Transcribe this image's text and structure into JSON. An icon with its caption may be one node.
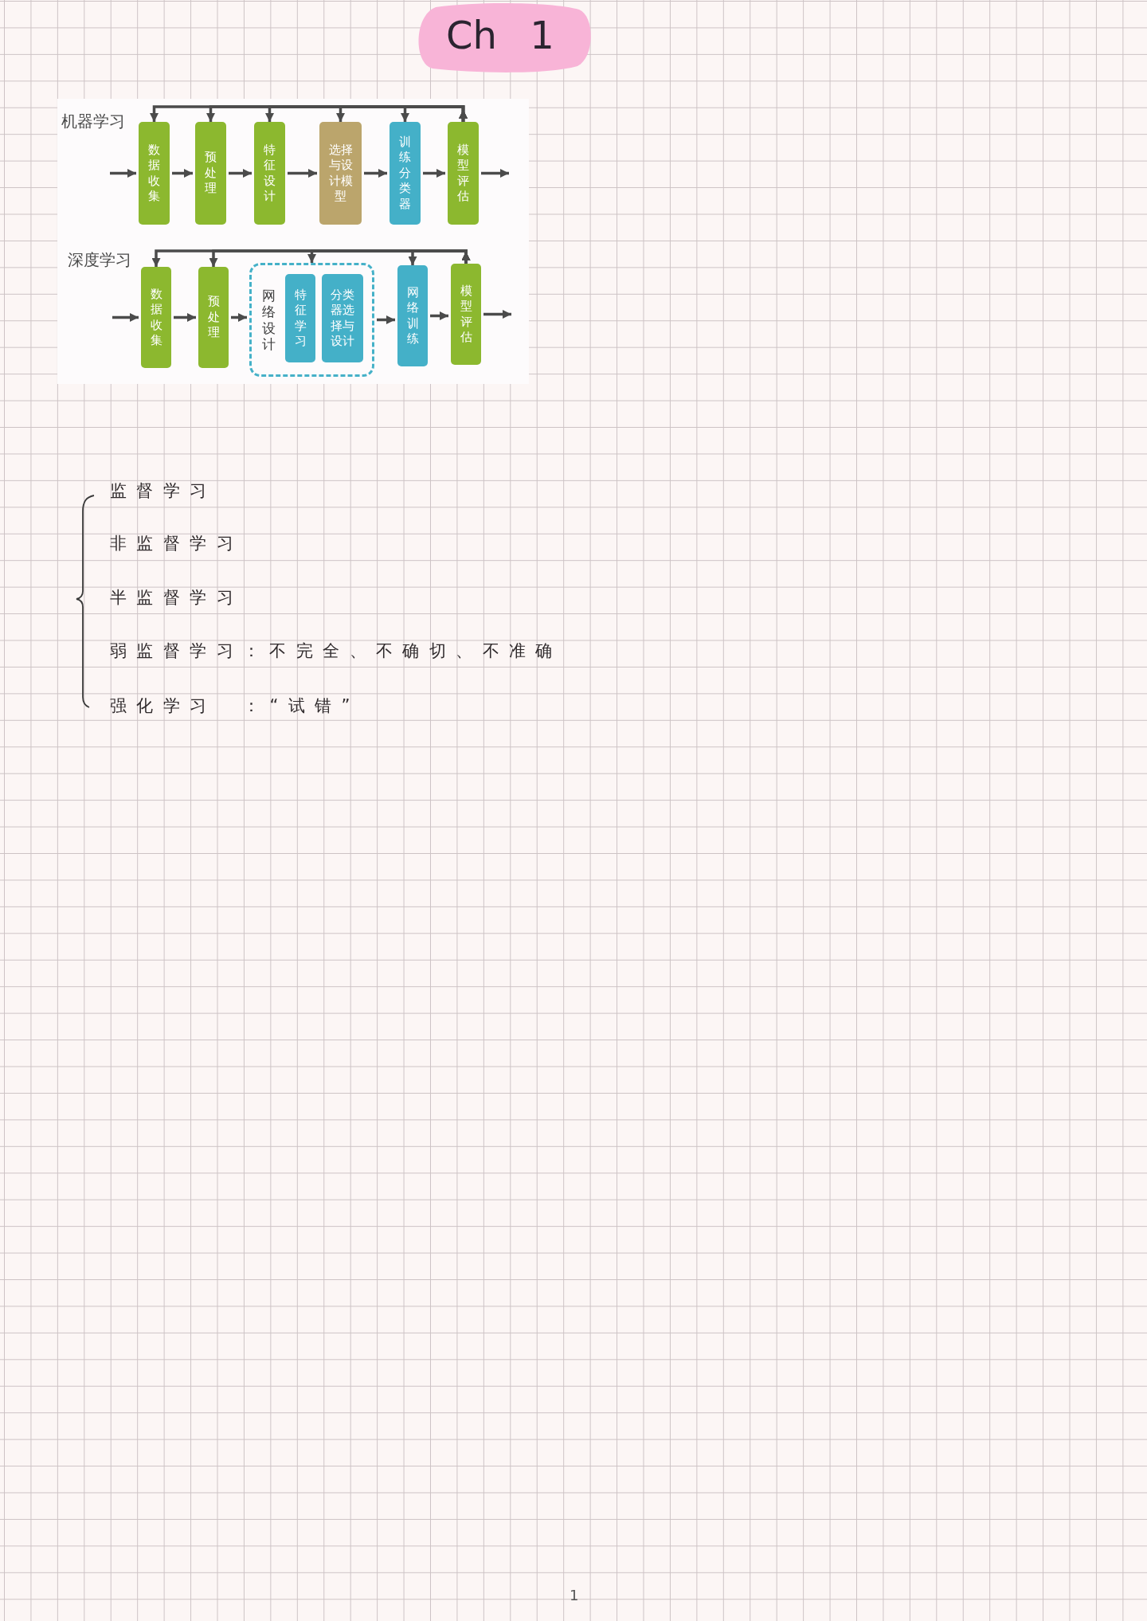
{
  "diagram": {
    "title": "Ch 1",
    "nodes": [
      {
        "text": [
          "数据收集"
        ]
      },
      {
        "text": [
          "预处理"
        ]
      },
      {
        "text": [
          "特征设计"
        ]
      },
      {
        "text": [
          "选择与设计模型"
        ]
      },
      {
        "text": [
          "训练分类器"
        ]
      },
      {
        "text": [
          "模型评估"
        ]
      },
      {
        "text": [
          "数据收集"
        ]
      },
      {
        "text": [
          "预处理"
        ]
      },
      {
        "text": [
          "网络设计"
        ]
      },
      {
        "text": [
          "特征学习"
        ],
        "in": 8
      },
      {
        "text": [
          "分类器选择与设计"
        ],
        "in": 8
      },
      {
        "text": [
          "网络训练"
        ]
      },
      {
        "text": [
          "模型评估"
        ]
      }
    ],
    "edges": [
      {
        "from": null,
        "to": 0,
        "arrow": "to"
      },
      {
        "from": 0,
        "to": 1,
        "arrow": "to"
      },
      {
        "from": 1,
        "to": 2,
        "arrow": "to"
      },
      {
        "from": 2,
        "to": 3,
        "arrow": "to"
      },
      {
        "from": 3,
        "to": 4,
        "arrow": "to"
      },
      {
        "from": 4,
        "to": 5,
        "arrow": "to"
      },
      {
        "from": 5,
        "to": null,
        "arrow": "to"
      },
      {
        "from": 5,
        "to": 0,
        "arrow": "to"
      },
      {
        "from": 5,
        "to": 1,
        "arrow": "to"
      },
      {
        "from": 5,
        "to": 2,
        "arrow": "to"
      },
      {
        "from": 5,
        "to": 3,
        "arrow": "to"
      },
      {
        "from": 5,
        "to": 4,
        "arrow": "to"
      },
      {
        "from": null,
        "to": 6,
        "arrow": "to"
      },
      {
        "from": 6,
        "to": 7,
        "arrow": "to"
      },
      {
        "from": 7,
        "to": 8,
        "arrow": "to"
      },
      {
        "from": 8,
        "to": 11,
        "arrow": "to"
      },
      {
        "from": 11,
        "to": 12,
        "arrow": "to"
      },
      {
        "from": 12,
        "to": null,
        "arrow": "to"
      },
      {
        "from": 12,
        "to": 6,
        "arrow": "to"
      },
      {
        "from": 12,
        "to": 7,
        "arrow": "to"
      },
      {
        "from": 12,
        "to": 8,
        "arrow": "to"
      },
      {
        "from": 12,
        "to": 11,
        "arrow": "to"
      }
    ],
    "labels": [
      "机器学习",
      "深度学习",
      "监督学习",
      "非监督学习",
      "半监督学习",
      "弱监督学习：不完全、不确切、不准确",
      "强化学习",
      "：“试错”",
      "1"
    ]
  }
}
